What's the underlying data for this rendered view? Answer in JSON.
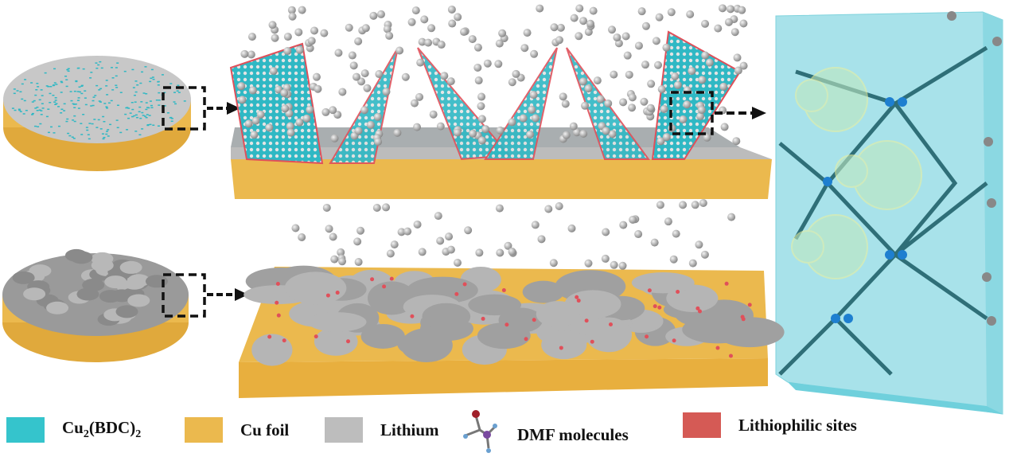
{
  "legend": {
    "mof": {
      "label_main": "Cu",
      "label_sub1": "2",
      "label_mid": "(BDC)",
      "label_sub2": "2",
      "color": "#35c4cc"
    },
    "cu_foil": {
      "label": "Cu foil",
      "color": "#ebb94e"
    },
    "lithium": {
      "label": "Lithium",
      "color": "#bdbdbd"
    },
    "dmf": {
      "label": "DMF molecules"
    },
    "lithiophilic": {
      "label": "Lithiophilic sites",
      "color": "#d55a55"
    }
  }
}
